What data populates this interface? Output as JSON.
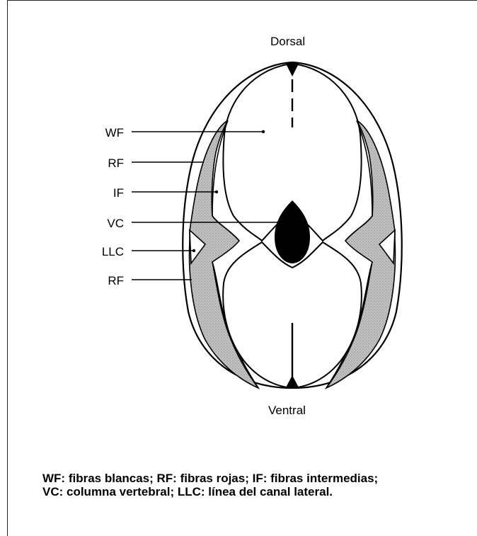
{
  "orientation": {
    "top": "Dorsal",
    "bottom": "Ventral"
  },
  "labels": [
    {
      "id": "wf",
      "text": "WF"
    },
    {
      "id": "rf-upper",
      "text": "RF"
    },
    {
      "id": "if",
      "text": "IF"
    },
    {
      "id": "vc",
      "text": "VC"
    },
    {
      "id": "llc",
      "text": "LLC"
    },
    {
      "id": "rf-lower",
      "text": "RF"
    }
  ],
  "caption": {
    "line1": "WF: fibras blancas; RF: fibras rojas; IF: fibras intermedias;",
    "line2": "VC: columna vertebral; LLC: línea del canal lateral."
  },
  "colors": {
    "red_fibers_fill": "#b8b8b8",
    "white_fibers_fill": "#ffffff",
    "outline": "#000000"
  }
}
